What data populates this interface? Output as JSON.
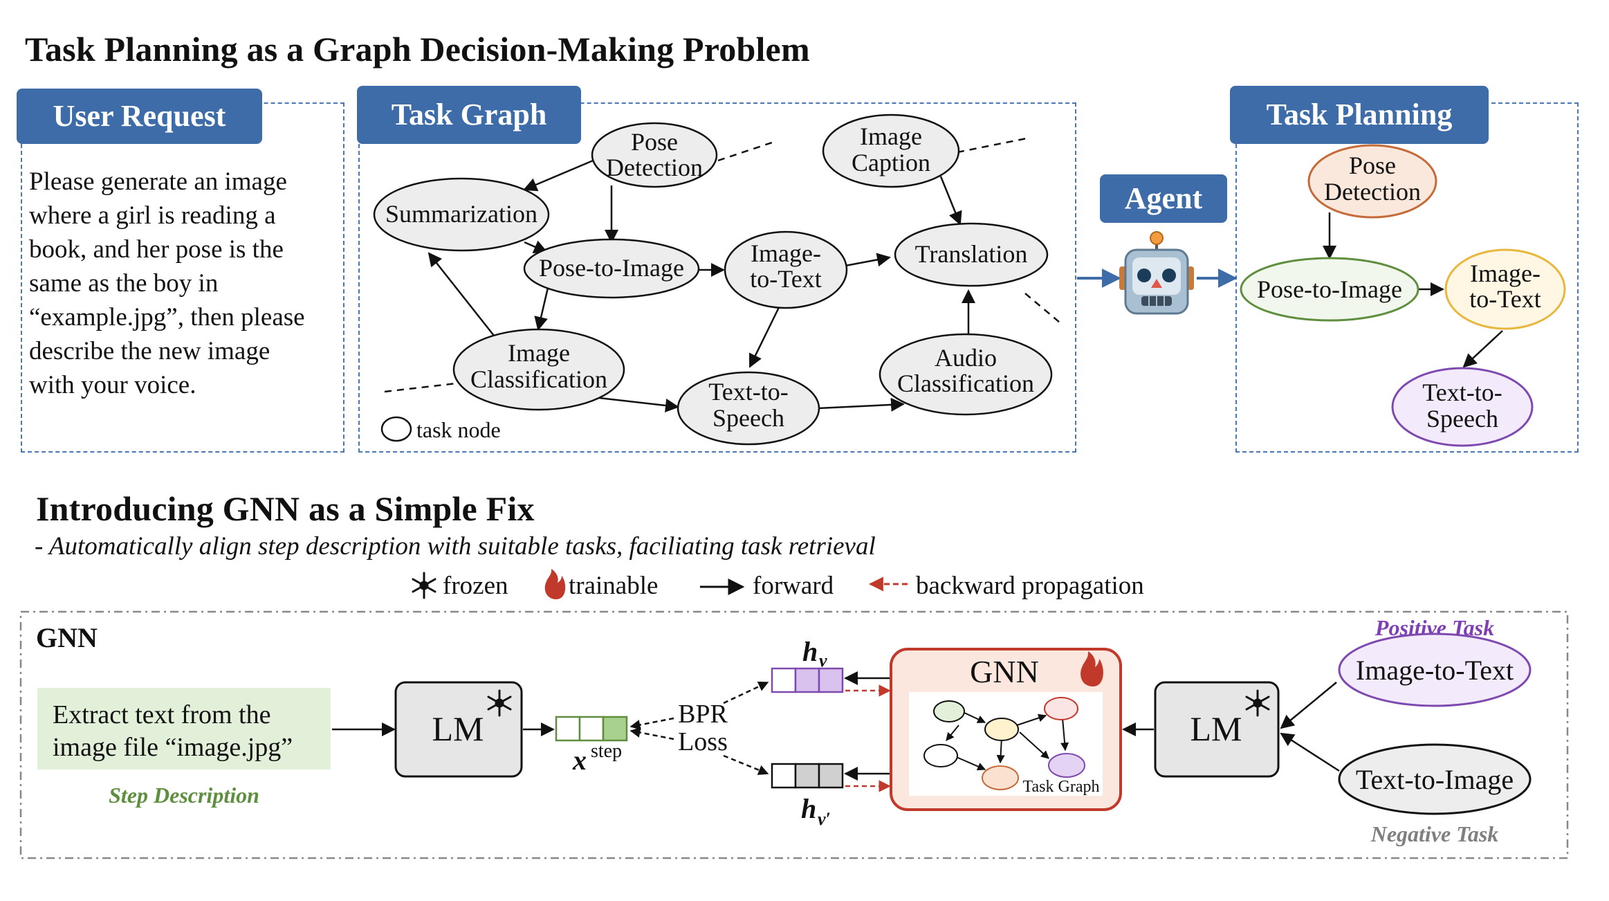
{
  "top": {
    "title": "Task Planning as a Graph Decision-Making Problem",
    "user_request": {
      "tab": "User Request",
      "lines": [
        "Please generate an image",
        "where a girl is reading a",
        "book, and her pose is the",
        "same as the boy in",
        "“example.jpg”, then please",
        "describe the new image",
        "with your voice."
      ]
    },
    "task_graph": {
      "tab": "Task Graph",
      "nodes": {
        "pose_detection": [
          "Pose",
          "Detection"
        ],
        "summarization": [
          "Summarization"
        ],
        "pose_to_image": [
          "Pose-to-Image"
        ],
        "image_to_text": [
          "Image-",
          "to-Text"
        ],
        "image_caption": [
          "Image",
          "Caption"
        ],
        "translation": [
          "Translation"
        ],
        "image_classification": [
          "Image",
          "Classification"
        ],
        "text_to_speech": [
          "Text-to-",
          "Speech"
        ],
        "audio_classification": [
          "Audio",
          "Classification"
        ]
      },
      "legend": "task node"
    },
    "agent": {
      "label": "Agent",
      "icon": "robot-icon"
    },
    "task_planning": {
      "tab": "Task Planning",
      "nodes": {
        "pose_detection": [
          "Pose",
          "Detection"
        ],
        "pose_to_image": [
          "Pose-to-Image"
        ],
        "image_to_text": [
          "Image-",
          "to-Text"
        ],
        "text_to_speech": [
          "Text-to-",
          "Speech"
        ]
      }
    }
  },
  "bottom": {
    "title": "Introducing GNN as a Simple Fix",
    "subtitle": "- Automatically align step description with suitable tasks, faciliating task retrieval",
    "legend": {
      "frozen": "frozen",
      "trainable": "trainable",
      "forward": "forward",
      "backward": "backward propagation"
    },
    "gnn_panel": {
      "label": "GNN",
      "step_text": [
        "Extract text from the",
        "image file “image.jpg”"
      ],
      "step_caption": "Step Description",
      "lm_left": "LM",
      "lm_right": "LM",
      "x_step_base": "x",
      "x_step_sup": "step",
      "bpr_loss": [
        "BPR",
        "Loss"
      ],
      "h_v": "h",
      "h_v_sub": "v",
      "h_vp_sub": "v′",
      "gnn_box_title": "GNN",
      "task_graph_caption": "Task Graph",
      "positive_label": "Positive Task",
      "positive_task": "Image-to-Text",
      "negative_task": "Text-to-Image",
      "negative_label": "Negative Task"
    }
  },
  "colors": {
    "tab_blue": "#3E6CA8",
    "dash_blue": "#4A77B4",
    "node_gray": "#EDEDED",
    "orange_node_fill": "#FBE8DC",
    "orange_node_stroke": "#C56B3A",
    "green_node_fill": "#F1F7EC",
    "green_node_stroke": "#5F8E3E",
    "yellow_node_fill": "#FFF7E3",
    "yellow_node_stroke": "#E7B73E",
    "purple_node_fill": "#F3EAFB",
    "purple_node_stroke": "#7E4AB0",
    "step_green": "#E2EFD9",
    "step_caption_green": "#5F8E3E",
    "gnn_red": "#C0392B",
    "gnn_fill": "#FBE7DD",
    "purple_text": "#7E3FB5",
    "neg_gray": "#7F7F7F"
  }
}
